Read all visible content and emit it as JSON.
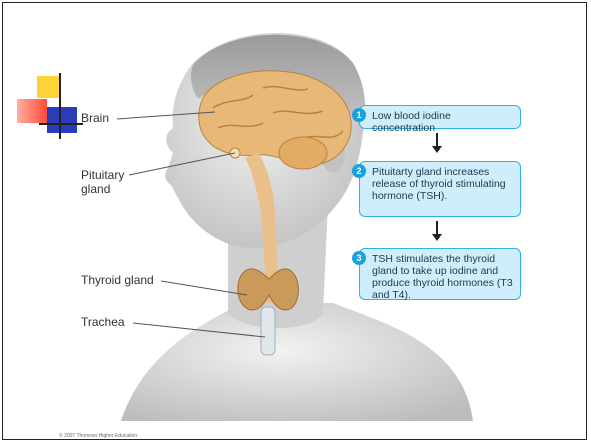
{
  "labels": {
    "brain": "Brain",
    "pituitary_line1": "Pituitary",
    "pituitary_line2": "gland",
    "thyroid": "Thyroid gland",
    "trachea": "Trachea"
  },
  "steps": [
    {
      "number": "1",
      "text": "Low blood iodine concentration"
    },
    {
      "number": "2",
      "text": "Pituitarty gland increases release of thyroid stimulating hormone (TSH)."
    },
    {
      "number": "3",
      "text": "TSH stimulates the thyroid gland to take up iodine and produce thyroid hormones (T3 and T4)."
    }
  ],
  "copyright": "© 2007 Thomson Higher Education",
  "colors": {
    "box_fill": "#cfeefb",
    "box_border": "#2fb3e0",
    "step_number": "#1aa2de",
    "skin": "#d9d9d9",
    "brain": "#e8b878",
    "thyroid": "#c99a5a"
  }
}
